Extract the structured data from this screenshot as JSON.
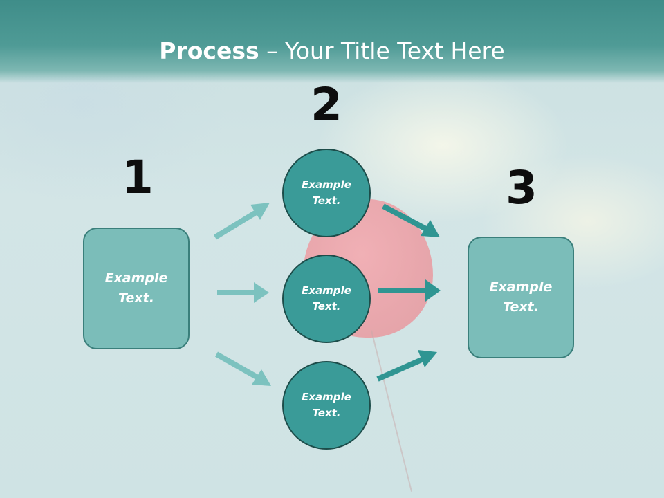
{
  "title": {
    "bold": "Process",
    "rest": " – Your Title Text Here"
  },
  "steps": [
    {
      "number": "1",
      "text": "Example\nText."
    },
    {
      "number": "2",
      "circles": [
        {
          "text": "Example\nText."
        },
        {
          "text": "Example\nText."
        },
        {
          "text": "Example\nText."
        }
      ]
    },
    {
      "number": "3",
      "text": "Example\nText."
    }
  ],
  "colors": {
    "header": "#4f9b96",
    "box_fill": "#7bbdb9",
    "circle_fill": "#3a9b98",
    "arrow_light": "#7cc2bf",
    "arrow_dark": "#2f9592"
  }
}
